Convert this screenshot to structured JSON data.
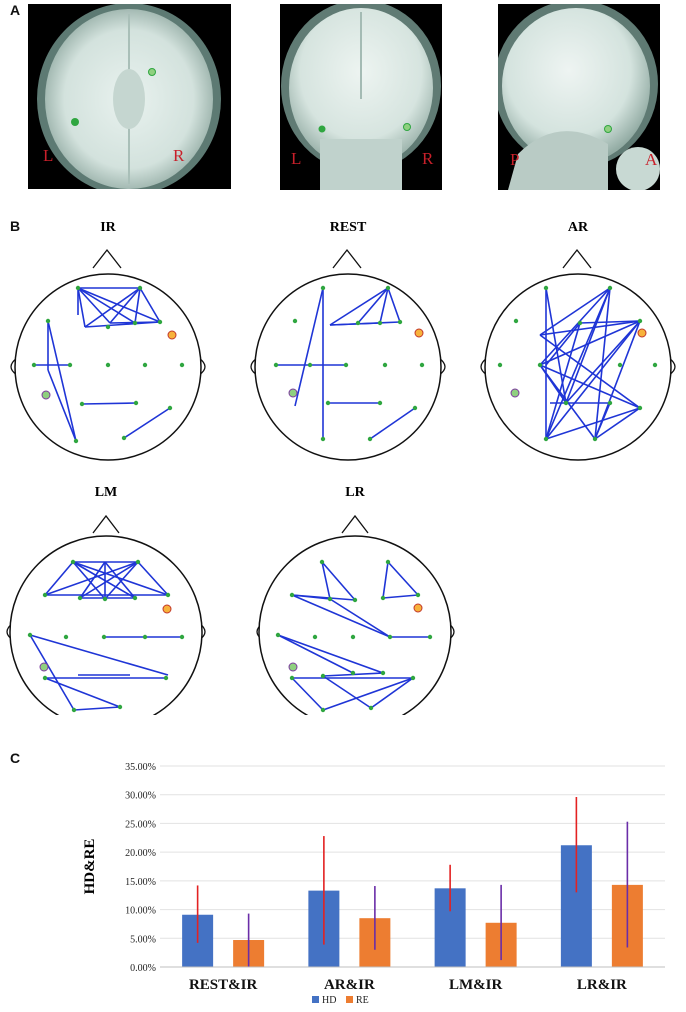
{
  "panels": {
    "a": "A",
    "b": "B",
    "c": "C"
  },
  "mri_views": [
    {
      "left": "L",
      "right": "R"
    },
    {
      "left": "L",
      "right": "R"
    },
    {
      "left": "P",
      "right": "A"
    }
  ],
  "networks": [
    {
      "title": "IR",
      "color": "#1f35d6"
    },
    {
      "title": "REST",
      "color": "#1f35d6"
    },
    {
      "title": "AR",
      "color": "#1f35d6"
    },
    {
      "title": "LM",
      "color": "#1f35d6"
    },
    {
      "title": "LR",
      "color": "#1f35d6"
    }
  ],
  "colors": {
    "edge": "#1f35d6",
    "node": "#2fa640",
    "seed_left": "#8fd07f",
    "seed_right": "#f7b23b",
    "hd": "#4472c4",
    "re": "#ed7d31",
    "hd_err": "#e32222",
    "re_err": "#6a2da8"
  },
  "chart_data": {
    "type": "bar",
    "categories": [
      "REST&IR",
      "AR&IR",
      "LM&IR",
      "LR&IR"
    ],
    "series": [
      {
        "name": "HD",
        "values": [
          9.1,
          13.3,
          13.7,
          21.2
        ],
        "error_low": [
          4.2,
          3.9,
          9.7,
          13.0
        ],
        "error_high": [
          14.2,
          22.8,
          17.8,
          29.6
        ]
      },
      {
        "name": "RE",
        "values": [
          4.7,
          8.5,
          7.7,
          14.3
        ],
        "error_low": [
          0.0,
          3.0,
          1.2,
          3.4
        ],
        "error_high": [
          9.3,
          14.1,
          14.3,
          25.3
        ]
      }
    ],
    "ylabel": "HD&RE",
    "ylim": [
      0,
      35
    ],
    "yticks": [
      "0.00%",
      "5.00%",
      "10.00%",
      "15.00%",
      "20.00%",
      "25.00%",
      "30.00%",
      "35.00%"
    ],
    "grid": true,
    "legend_position": "bottom"
  }
}
